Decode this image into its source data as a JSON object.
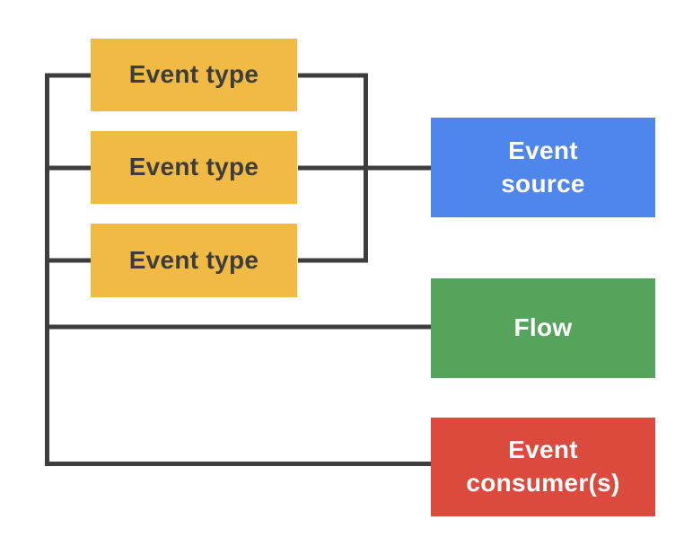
{
  "colors": {
    "background": "#FFFFFF",
    "connector": "#3D3D3D",
    "event_type_bg": "#F0BA45",
    "event_type_text": "#3D3D3D",
    "event_source_bg": "#4E86EC",
    "flow_bg": "#56A45C",
    "event_consumer_bg": "#DB4A3C",
    "light_text": "#FFFFFF"
  },
  "diagram": {
    "event_types": [
      "Event type",
      "Event type",
      "Event type"
    ],
    "event_source_label": "Event\nsource",
    "flow_label": "Flow",
    "event_consumer_label": "Event\nconsumer(s)"
  }
}
